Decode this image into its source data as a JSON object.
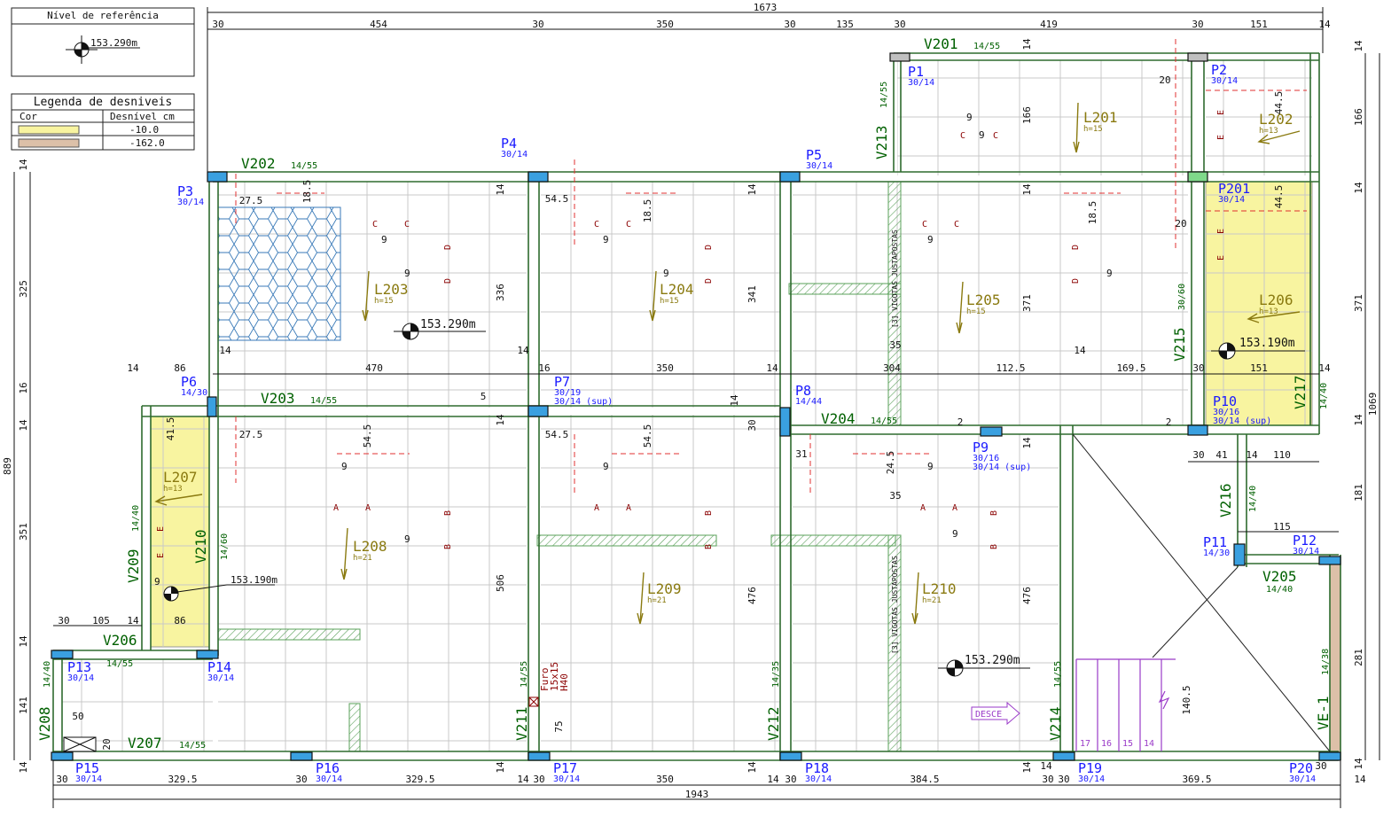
{
  "reference": {
    "title": "Nível de referência",
    "level": "153.290m"
  },
  "legend": {
    "title": "Legenda de desniveis",
    "col_header": "Cor",
    "val_header": "Desnível cm",
    "rows": [
      {
        "color": "#f8f4a0",
        "value": "-10.0"
      },
      {
        "color": "#dcc0a8",
        "value": "-162.0"
      }
    ]
  },
  "top_dims": {
    "total": "1673",
    "segments": [
      "30",
      "454",
      "30",
      "350",
      "30",
      "135",
      "30",
      "419",
      "30",
      "151",
      "14"
    ]
  },
  "bottom_dims": {
    "total": "1943",
    "segments": [
      "30",
      "329.5",
      "30",
      "329.5",
      "14",
      "30",
      "350",
      "14",
      "30",
      "384.5",
      "30",
      "14",
      "30",
      "369.5",
      "30",
      "14"
    ]
  },
  "left_dims": [
    "14",
    "325",
    "16",
    "14",
    "889",
    "351",
    "14",
    "141"
  ],
  "right_dims": [
    "14",
    "166",
    "14",
    "371",
    "14",
    "1069",
    "181",
    "281",
    "14"
  ],
  "columns": [
    {
      "id": "P1",
      "sub": "30/14"
    },
    {
      "id": "P2",
      "sub": "30/14"
    },
    {
      "id": "P201",
      "sub": "30/14"
    },
    {
      "id": "P3",
      "sub": "30/14"
    },
    {
      "id": "P4",
      "sub": "30/14"
    },
    {
      "id": "P5",
      "sub": "30/14"
    },
    {
      "id": "P6",
      "sub": "14/30"
    },
    {
      "id": "P7",
      "sub": "30/19"
    },
    {
      "id": "P7b",
      "sub": "30/14 (sup)"
    },
    {
      "id": "P8",
      "sub": "14/44"
    },
    {
      "id": "P9",
      "sub": "30/16"
    },
    {
      "id": "P9b",
      "sub": "30/14 (sup)"
    },
    {
      "id": "P10",
      "sub": "30/16"
    },
    {
      "id": "P10b",
      "sub": "30/14 (sup)"
    },
    {
      "id": "P11",
      "sub": "14/30"
    },
    {
      "id": "P12",
      "sub": "30/14"
    },
    {
      "id": "P13",
      "sub": "30/14"
    },
    {
      "id": "P14",
      "sub": "30/14"
    },
    {
      "id": "P15",
      "sub": "30/14"
    },
    {
      "id": "P16",
      "sub": "30/14"
    },
    {
      "id": "P17",
      "sub": "30/14"
    },
    {
      "id": "P18",
      "sub": "30/14"
    },
    {
      "id": "P19",
      "sub": "30/14"
    },
    {
      "id": "P20",
      "sub": "30/14"
    }
  ],
  "beams": [
    {
      "id": "V201",
      "sub": "14/55"
    },
    {
      "id": "V202",
      "sub": "14/55"
    },
    {
      "id": "V203",
      "sub": "14/55"
    },
    {
      "id": "V204",
      "sub": "14/55"
    },
    {
      "id": "V205",
      "sub": "14/40"
    },
    {
      "id": "V206",
      "sub": "14/55"
    },
    {
      "id": "V207",
      "sub": "14/55"
    },
    {
      "id": "V208",
      "sub": "14/40"
    },
    {
      "id": "V209",
      "sub": "14/40"
    },
    {
      "id": "V210",
      "sub": "14/60"
    },
    {
      "id": "V211",
      "sub": "14/55"
    },
    {
      "id": "V212",
      "sub": "14/35"
    },
    {
      "id": "V213",
      "sub": "14/55"
    },
    {
      "id": "V214",
      "sub": "14/55"
    },
    {
      "id": "V215",
      "sub": "30/60"
    },
    {
      "id": "V216",
      "sub": "14/40"
    },
    {
      "id": "V217",
      "sub": "14/40"
    },
    {
      "id": "VE-1",
      "sub": "14/38"
    }
  ],
  "slabs": [
    {
      "id": "L201",
      "h": "h=15"
    },
    {
      "id": "L202",
      "h": "h=13"
    },
    {
      "id": "L203",
      "h": "h=15"
    },
    {
      "id": "L204",
      "h": "h=15"
    },
    {
      "id": "L205",
      "h": "h=15"
    },
    {
      "id": "L206",
      "h": "h=13"
    },
    {
      "id": "L207",
      "h": "h=13"
    },
    {
      "id": "L208",
      "h": "h=21"
    },
    {
      "id": "L209",
      "h": "h=21"
    },
    {
      "id": "L210",
      "h": "h=21"
    }
  ],
  "levels": [
    "153.290m",
    "153.190m",
    "153.190m",
    "153.290m"
  ],
  "labels": {
    "vigotas": "[3] VIGOTAS JUSTAPOSTAS",
    "furo": "Furo",
    "furo_size": "15x15",
    "furo_h": "H40",
    "desce": "DESCE",
    "stairs": [
      "17",
      "16",
      "15",
      "14"
    ]
  },
  "colors": {
    "beam": "#2e6b2e",
    "column": "#3aa0e0",
    "slab_yellow": "#f8f4a0",
    "slab_brown": "#dcc0a8",
    "text_blue": "#1a1aff"
  }
}
